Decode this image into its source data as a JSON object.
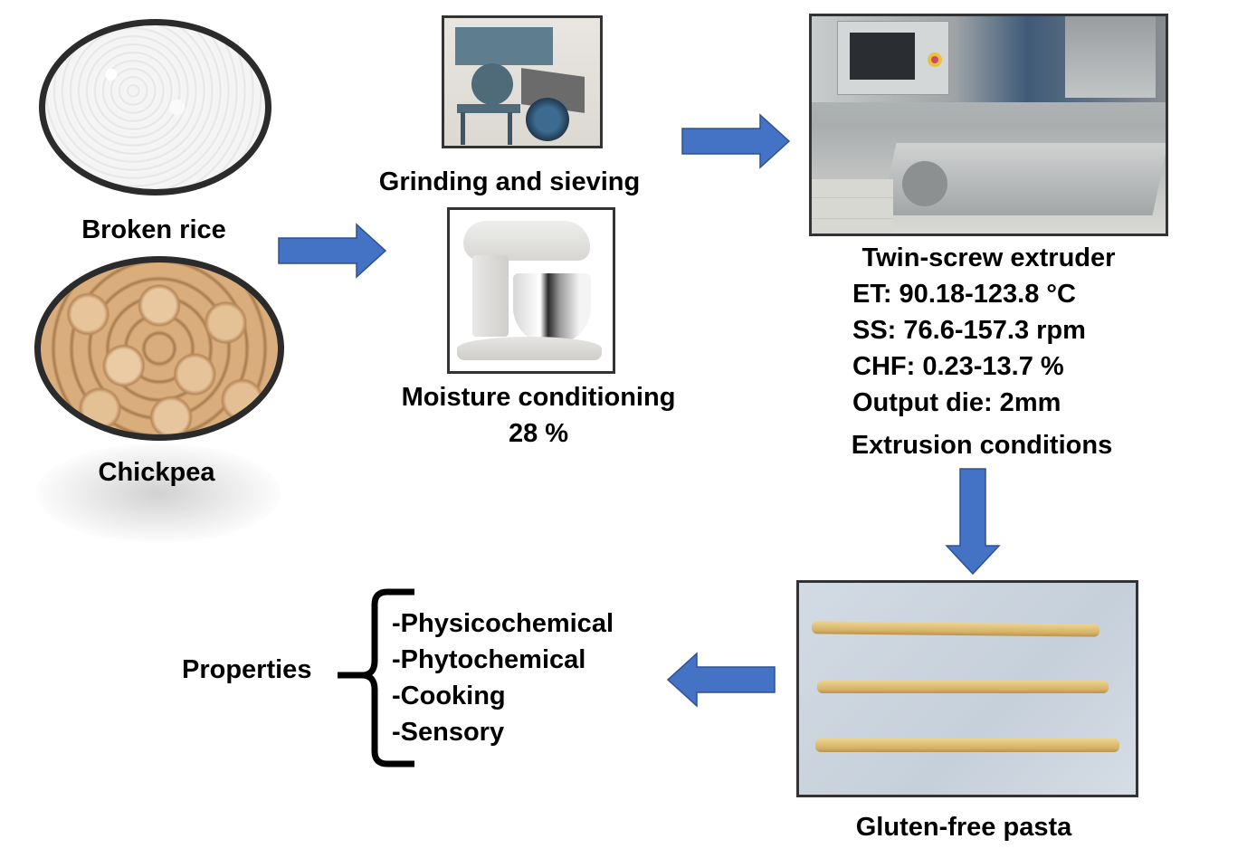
{
  "ingredients": {
    "rice_label": "Broken rice",
    "chickpea_label": "Chickpea"
  },
  "steps": {
    "grinding_label": "Grinding and sieving",
    "moisture_label": "Moisture conditioning",
    "moisture_value": "28 %"
  },
  "extruder": {
    "title": "Twin-screw extruder",
    "params": [
      "ET: 90.18-123.8  °C",
      "SS: 76.6-157.3  rpm",
      "CHF: 0.23-13.7  %",
      "Output die: 2mm"
    ],
    "conditions_label": "Extrusion conditions"
  },
  "product": {
    "label": "Gluten-free pasta"
  },
  "properties": {
    "label": "Properties",
    "items": [
      "-Physicochemical",
      "-Phytochemical",
      "-Cooking",
      "-Sensory"
    ]
  },
  "colors": {
    "arrow_fill": "#4472C4",
    "arrow_stroke": "#2F528F",
    "frame": "#333333"
  }
}
